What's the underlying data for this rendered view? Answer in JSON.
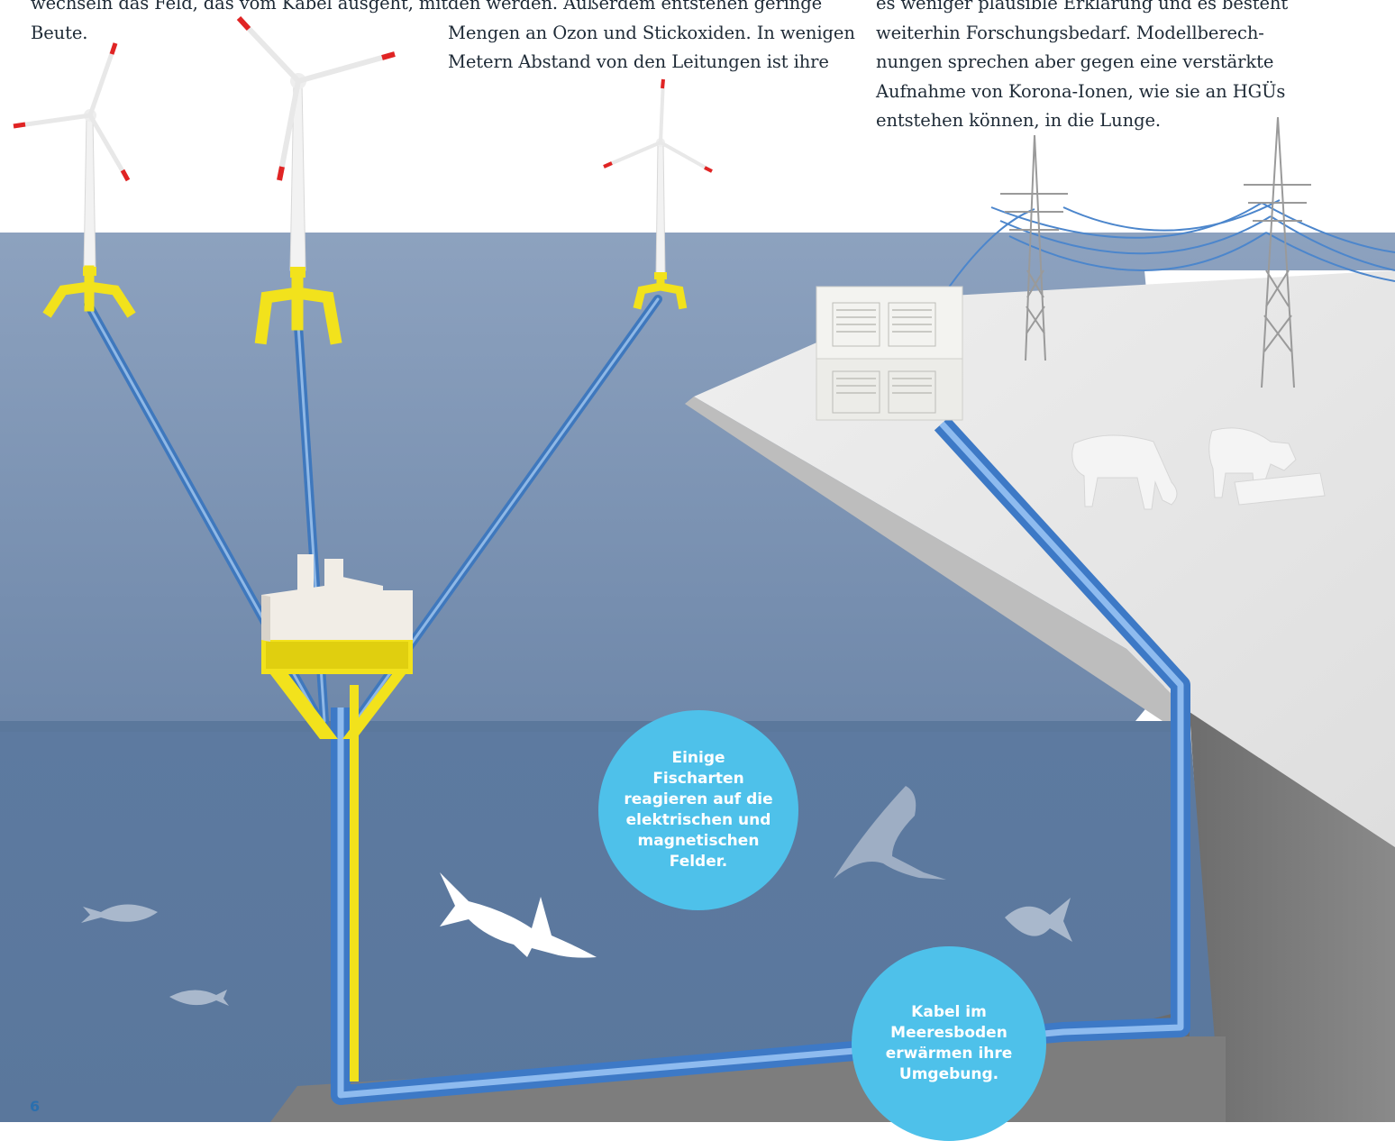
{
  "text_columns": [
    {
      "lines": [
        "wechseln das Feld, das vom Kabel ausgeht, mit",
        "Beute."
      ]
    },
    {
      "lines": [
        "den werden. Außerdem entstehen geringe",
        "Mengen an Ozon und Stickoxiden. In wenigen",
        "Metern Abstand von den Leitungen ist ihre"
      ]
    },
    {
      "lines": [
        "es weniger plausible Erklärung und es besteht",
        "weiterhin Forschungsbedarf. Modellberech-",
        "nungen sprechen aber gegen eine verstärkte",
        "Aufnahme von Korona-Ionen, wie sie an HGÜs",
        "entstehen können, in die Lunge."
      ]
    }
  ],
  "callouts": {
    "fish": {
      "lines": [
        "Einige",
        "Fischarten",
        "reagieren auf die",
        "elektrischen und",
        "magnetischen",
        "Felder."
      ]
    },
    "cable": {
      "lines": [
        "Kabel im",
        "Meeresboden",
        "erwärmen ihre",
        "Umgebung."
      ]
    }
  },
  "page_number": "6",
  "colors": {
    "sea": "#7f96b6",
    "cable": "#4a86cc",
    "foundation": "#f2e21c",
    "callout": "#4ec1ea",
    "land": "#e6e6e6"
  }
}
